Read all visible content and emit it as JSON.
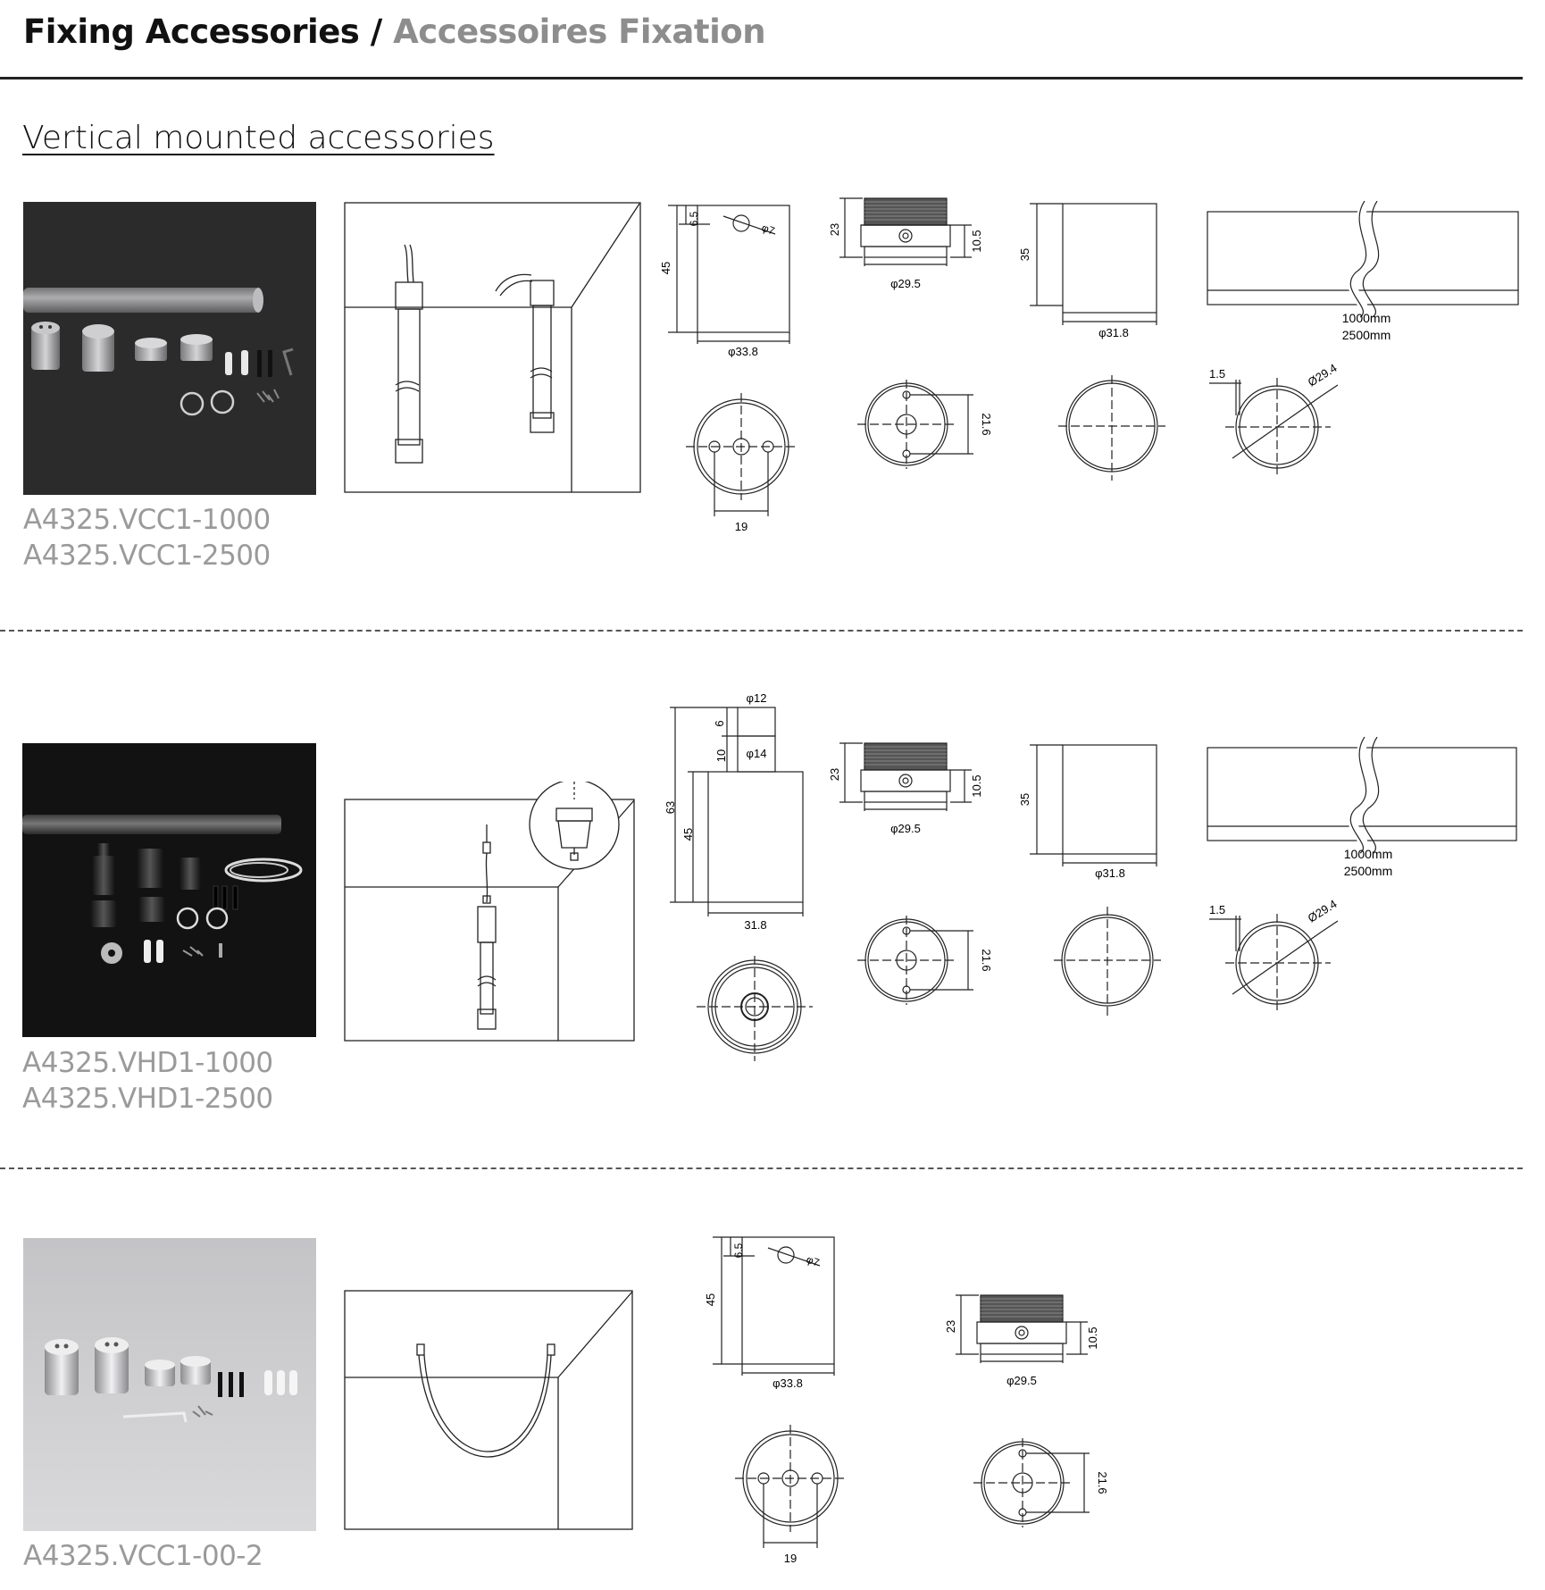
{
  "header": {
    "title": "Fixing Accessories",
    "separator": "/",
    "title_fr": "Accessoires Fixation"
  },
  "section_title": "Vertical mounted accessories",
  "products": [
    {
      "codes": [
        "A4325.VCC1-1000",
        "A4325.VCC1-2500"
      ]
    },
    {
      "codes": [
        "A4325.VHD1-1000",
        "A4325.VHD1-2500"
      ]
    },
    {
      "codes": [
        "A4325.VCC1-00-2"
      ]
    }
  ],
  "dims": {
    "d6_5": "6.5",
    "d45": "45",
    "phi7": "φ7",
    "phi33_8": "φ33.8",
    "d19": "19",
    "d23": "23",
    "d10_5": "10.5",
    "phi29_5": "φ29.5",
    "d21_6": "21.6",
    "d35": "35",
    "phi31_8": "φ31.8",
    "len1000": "1000mm",
    "len2500": "2500mm",
    "d1_5": "1.5",
    "o29_4": "Ø29.4",
    "phi12": "φ12",
    "phi14": "φ14",
    "d6": "6",
    "d10": "10",
    "d63": "63",
    "d31_8": "31.8"
  },
  "colors": {
    "photo_dark": "#2a2a2b",
    "photo_black": "#111112",
    "photo_light": "#c9c9cb",
    "code_grey": "#9a9a9a"
  }
}
